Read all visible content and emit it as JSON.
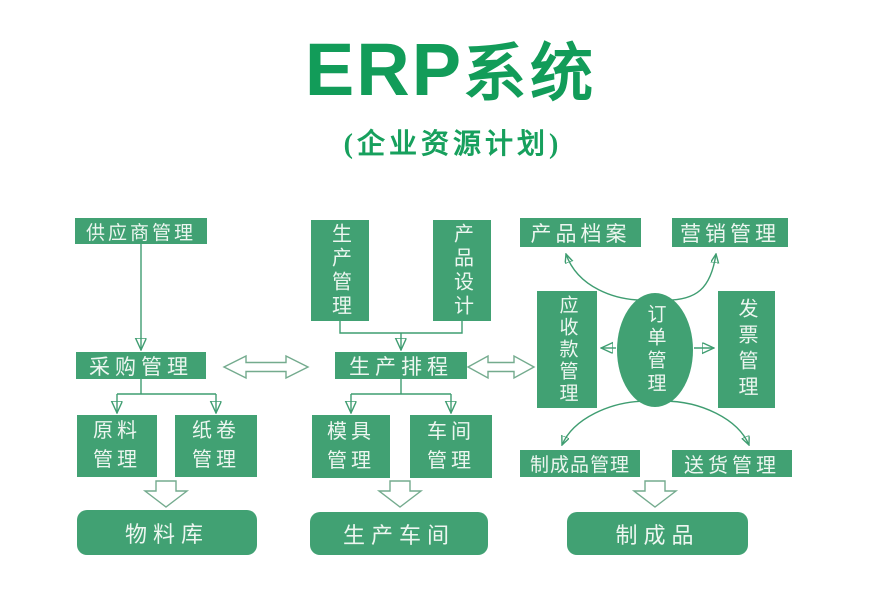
{
  "title": {
    "erp": "ERP",
    "zh": "系统",
    "subtitle": "(企业资源计划)"
  },
  "colors": {
    "title_green": "#129c59",
    "box_green": "#41a173",
    "box_text": "#edf6f0",
    "arrow_green": "#3f9d71",
    "hollow_arrow_outline": "#74ab8e",
    "background": "#ffffff"
  },
  "nodes": {
    "supplier": {
      "label": "供应商管理"
    },
    "production_mgmt": {
      "label": "生产管理"
    },
    "product_design": {
      "label": "产品设计"
    },
    "product_archive": {
      "label": "产品档案"
    },
    "marketing": {
      "label": "营销管理"
    },
    "purchasing": {
      "label": "采购管理"
    },
    "scheduling": {
      "label": "生产排程"
    },
    "receivables": {
      "label": "应收款管理"
    },
    "orders": {
      "label": "订单管理"
    },
    "invoice": {
      "label": "发票管理"
    },
    "raw_material": {
      "label": "原料管理"
    },
    "paper_roll": {
      "label": "纸卷管理"
    },
    "mold": {
      "label": "模具管理"
    },
    "workshop_mgmt": {
      "label": "车间管理"
    },
    "finished_mgmt": {
      "label": "制成品管理"
    },
    "delivery": {
      "label": "送货管理"
    },
    "material_store": {
      "label": "物料库"
    },
    "production_workshop": {
      "label": "生产车间"
    },
    "finished_goods": {
      "label": "制成品"
    }
  },
  "edges": [
    {
      "from": "供应商管理",
      "to": "采购管理",
      "style": "arrow"
    },
    {
      "from": "生产管理",
      "to": "生产排程",
      "style": "arrow"
    },
    {
      "from": "产品设计",
      "to": "生产排程",
      "style": "arrow"
    },
    {
      "from": "采购管理",
      "to": "生产排程",
      "style": "double-hollow-arrow"
    },
    {
      "from": "生产排程",
      "to": "应收款管理",
      "style": "double-hollow-arrow"
    },
    {
      "from": "采购管理",
      "to": "原料管理",
      "style": "arrow"
    },
    {
      "from": "采购管理",
      "to": "纸卷管理",
      "style": "arrow"
    },
    {
      "from": "生产排程",
      "to": "模具管理",
      "style": "arrow"
    },
    {
      "from": "生产排程",
      "to": "车间管理",
      "style": "arrow"
    },
    {
      "from": "原料管理+纸卷管理",
      "to": "物料库",
      "style": "block-arrow"
    },
    {
      "from": "模具管理+车间管理",
      "to": "生产车间",
      "style": "block-arrow"
    },
    {
      "from": "订单管理",
      "to": "产品档案",
      "style": "curved-arrow"
    },
    {
      "from": "订单管理",
      "to": "营销管理",
      "style": "curved-arrow"
    },
    {
      "from": "订单管理",
      "to": "应收款管理",
      "style": "arrow"
    },
    {
      "from": "订单管理",
      "to": "发票管理",
      "style": "arrow"
    },
    {
      "from": "订单管理",
      "to": "制成品管理",
      "style": "curved-arrow"
    },
    {
      "from": "订单管理",
      "to": "送货管理",
      "style": "curved-arrow"
    },
    {
      "from": "制成品管理+送货管理",
      "to": "制成品",
      "style": "block-arrow"
    }
  ]
}
